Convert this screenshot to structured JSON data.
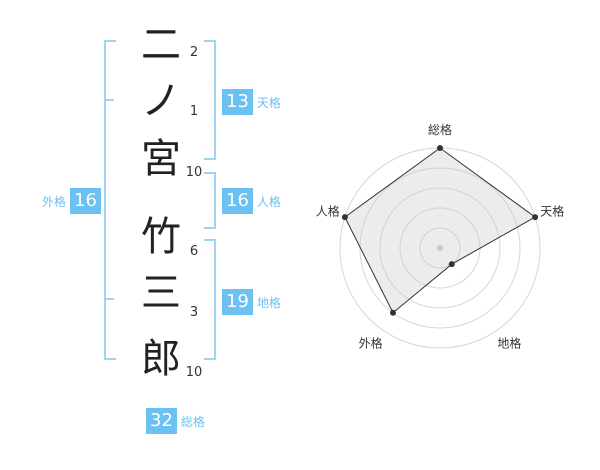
{
  "name": {
    "characters": [
      {
        "char": "二",
        "strokes": "2"
      },
      {
        "char": "ノ",
        "strokes": "1"
      },
      {
        "char": "宮",
        "strokes": "10"
      },
      {
        "char": "竹",
        "strokes": "6"
      },
      {
        "char": "三",
        "strokes": "3"
      },
      {
        "char": "郎",
        "strokes": "10"
      }
    ]
  },
  "grids": {
    "tenkaku": {
      "value": "13",
      "label": "天格"
    },
    "jinkaku": {
      "value": "16",
      "label": "人格"
    },
    "chikaku": {
      "value": "19",
      "label": "地格"
    },
    "gaikaku": {
      "value": "16",
      "label": "外格"
    },
    "soukaku": {
      "value": "32",
      "label": "総格"
    }
  },
  "chart_data": {
    "type": "radar",
    "axes": [
      "総格",
      "天格",
      "地格",
      "外格",
      "人格"
    ],
    "values": [
      5,
      5,
      1,
      4,
      5
    ],
    "max": 5,
    "rings": 5
  }
}
